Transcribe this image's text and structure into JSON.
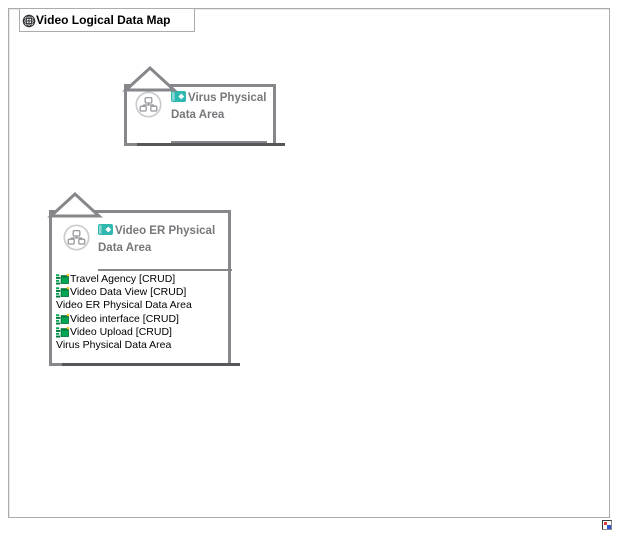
{
  "window": {
    "tab_title": "Video Logical Data Map",
    "tab_icon": "globe-icon"
  },
  "colors": {
    "shape_border": "#85878A",
    "title_text": "#76777A",
    "badge_teal": "#2FB8AF",
    "entity_green": "#00A651",
    "shadow": "#55575A",
    "canvas_border": "#A9ABAE",
    "list_text": "#000000"
  },
  "icons": {
    "tab": "globe-icon",
    "shape_header_left": "data-area-circle-icon",
    "shape_title_badge": "physical-data-area-badge-icon",
    "list_entry": "entity-crud-icon"
  },
  "shapes": [
    {
      "name": "virus-physical-data-area",
      "title": "Virus Physical Data Area",
      "items": []
    },
    {
      "name": "video-er-physical-data-area",
      "title": "Video ER Physical Data Area",
      "items": [
        {
          "label": "Travel Agency [CRUD]",
          "has_icon": true
        },
        {
          "label": "Video Data View [CRUD]",
          "has_icon": true
        },
        {
          "label": "Video ER Physical Data Area",
          "has_icon": false
        },
        {
          "label": "Video interface [CRUD]",
          "has_icon": true
        },
        {
          "label": "Video Upload [CRUD]",
          "has_icon": true
        },
        {
          "label": "Virus Physical Data Area",
          "has_icon": false
        }
      ]
    }
  ]
}
